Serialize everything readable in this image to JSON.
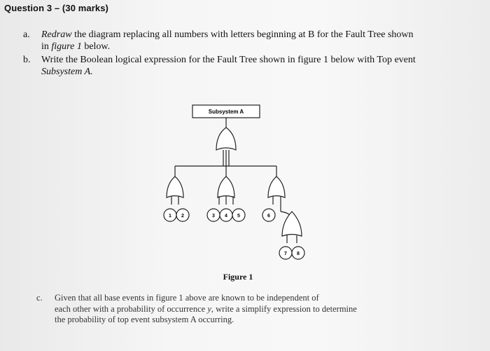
{
  "question": {
    "heading": "Question 3 – (30 marks)",
    "part_a": {
      "marker": "a.",
      "line1_italic": "Redraw",
      "line1_rest": " the diagram replacing all numbers with letters beginning at B for the Fault Tree shown",
      "line2_pre": "in ",
      "line2_italic": "figure 1",
      "line2_rest": " below."
    },
    "part_b": {
      "marker": "b.",
      "line1": "Write the Boolean logical expression for the Fault Tree shown in figure 1 below with Top event",
      "line2_italic": "Subsystem A."
    },
    "part_c": {
      "marker": "c.",
      "line1": "Given that all base events in figure 1 above are known to be independent of",
      "line2_pre": "each other with a probability of occurrence ",
      "line2_italic": "y",
      "line2_rest": ", write a simplify expression to determine",
      "line3": "the probability of top event subsystem A occurring."
    }
  },
  "figure": {
    "top_event": "Subsystem A",
    "caption": "Figure 1",
    "base_events": [
      "1",
      "2",
      "3",
      "4",
      "5",
      "6",
      "7",
      "8"
    ]
  }
}
